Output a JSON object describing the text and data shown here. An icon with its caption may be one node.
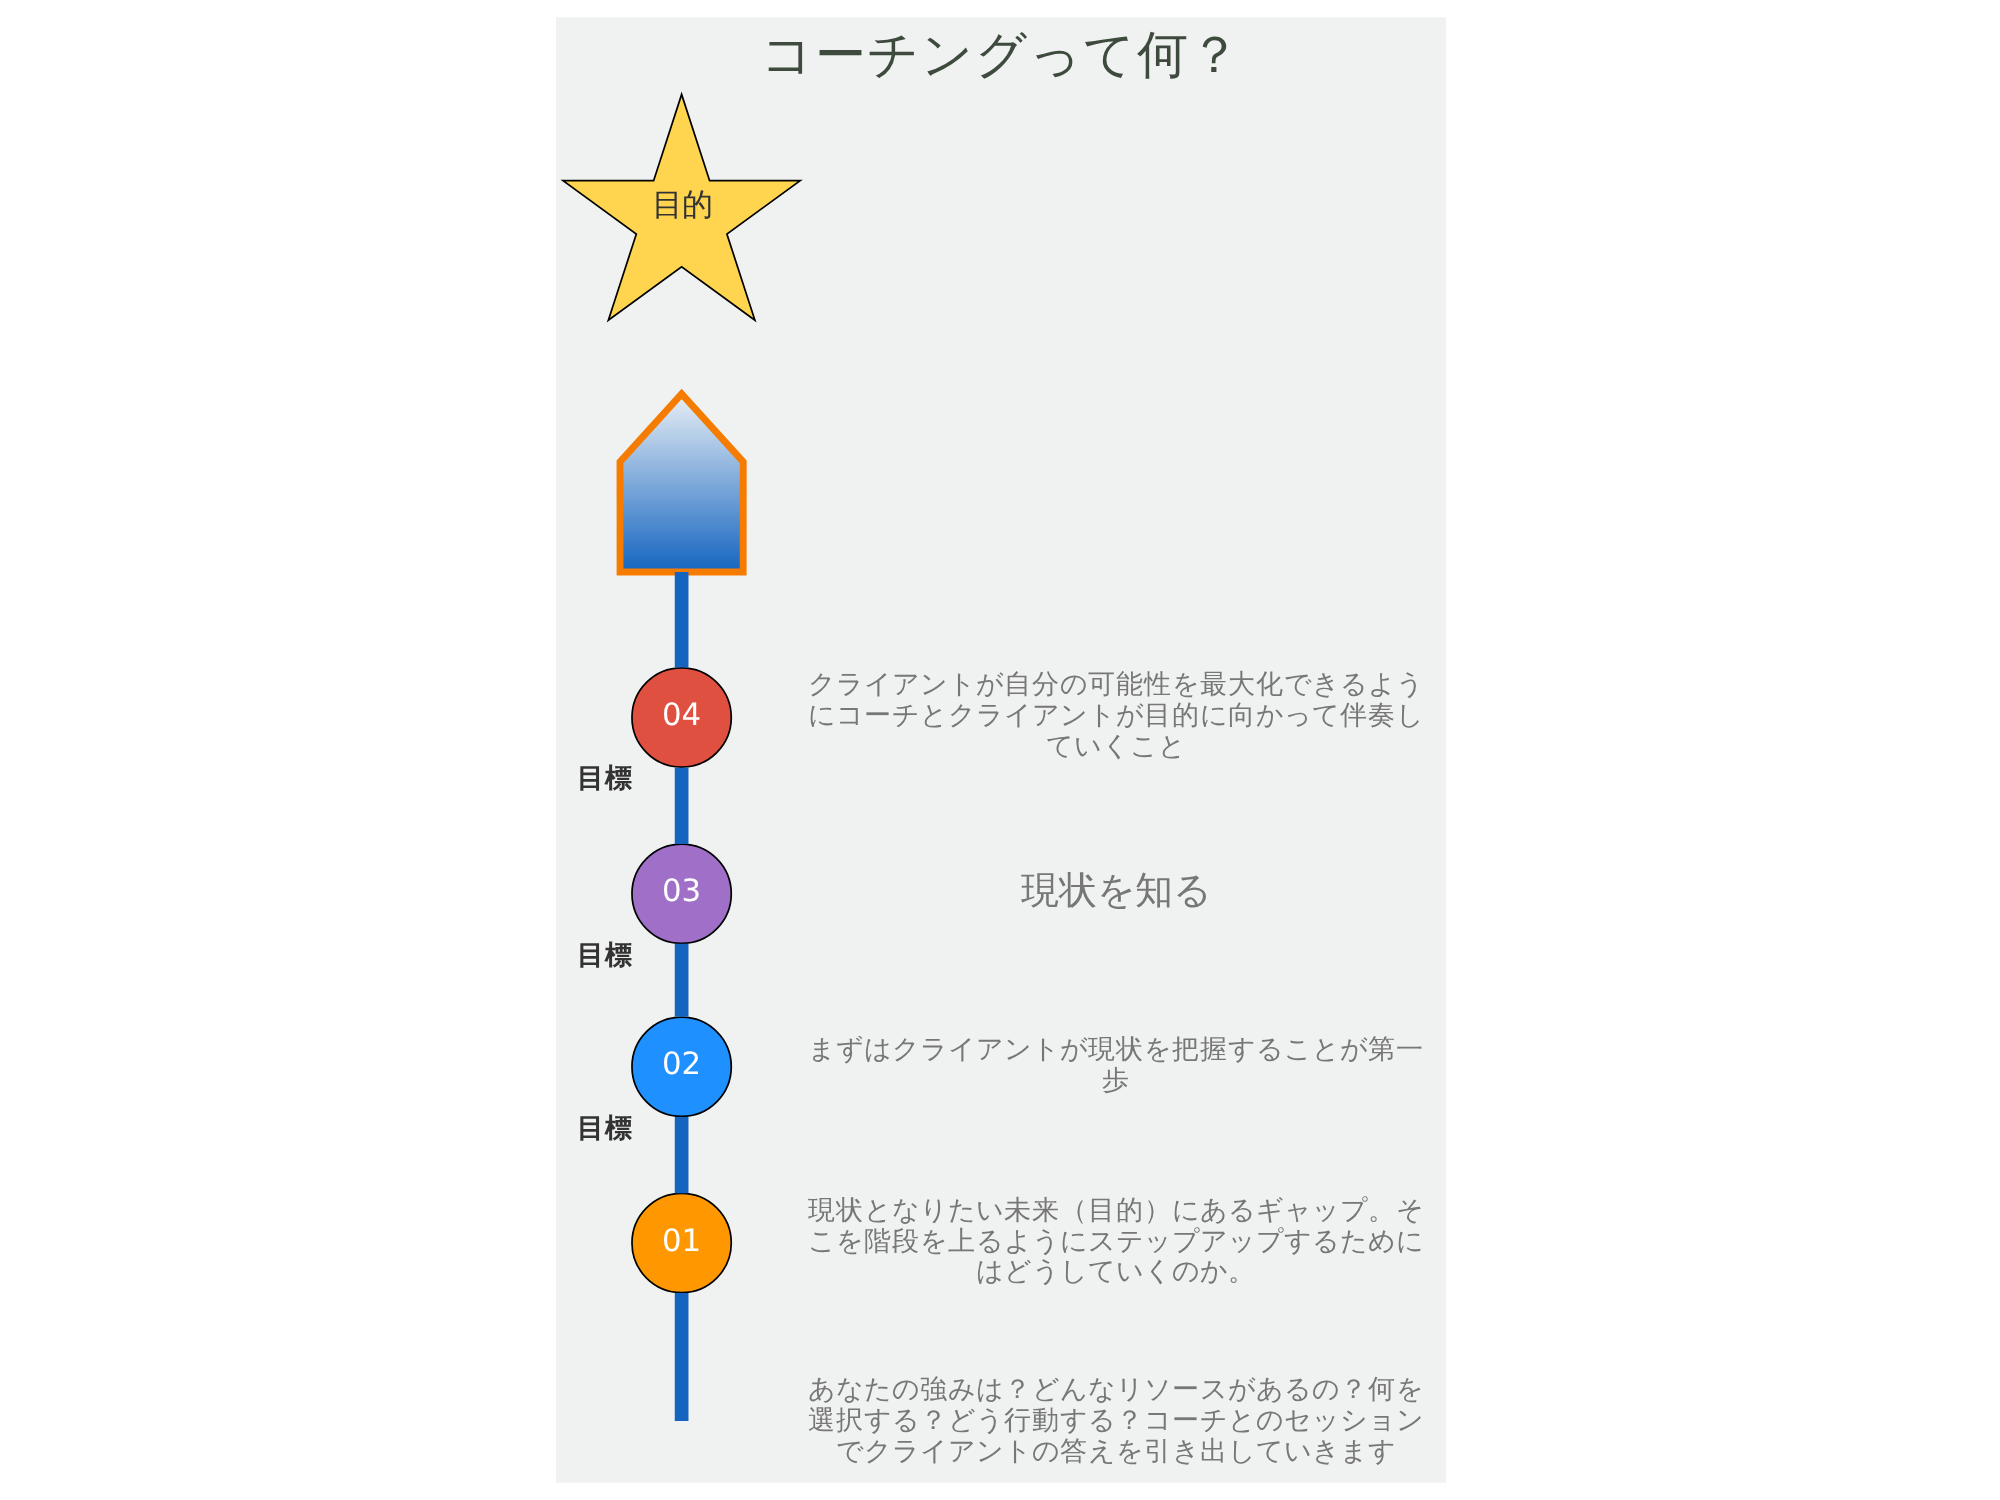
{
  "diagram": {
    "title": "コーチングって何？",
    "nodes": [
      {
        "text": [
          "01"
        ]
      },
      {
        "text": [
          "02"
        ],
        "beside": [
          "目標"
        ]
      },
      {
        "text": [
          "03"
        ],
        "beside": [
          "目標"
        ]
      },
      {
        "text": [
          "04"
        ],
        "beside": [
          "目標"
        ]
      },
      {
        "text": [],
        "shape": "picture"
      },
      {
        "text": [
          "目的"
        ]
      }
    ],
    "edges": [
      {
        "from": null,
        "to": 0,
        "arrow": "none"
      },
      {
        "from": 0,
        "to": 1,
        "arrow": "none"
      },
      {
        "from": 1,
        "to": 2,
        "arrow": "none"
      },
      {
        "from": 2,
        "to": 3,
        "arrow": "none"
      },
      {
        "from": 3,
        "to": 4,
        "arrow": "none"
      }
    ],
    "labels": [
      "クライアントが自分の可能性を最大化できるようにコーチとクライアントが目的に向かって伴奏していくこと",
      "現状を知る",
      "まずはクライアントが現状を把握することが第一歩",
      "現状となりたい未来（目的）にあるギャップ。そこを階段を上るようにステップアップするためにはどうしていくのか。",
      "あなたの強みは？どんなリソースがあるの？何を選択する？どう行動する？コーチとのセッションでクライアントの答えを引き出していきます"
    ]
  }
}
